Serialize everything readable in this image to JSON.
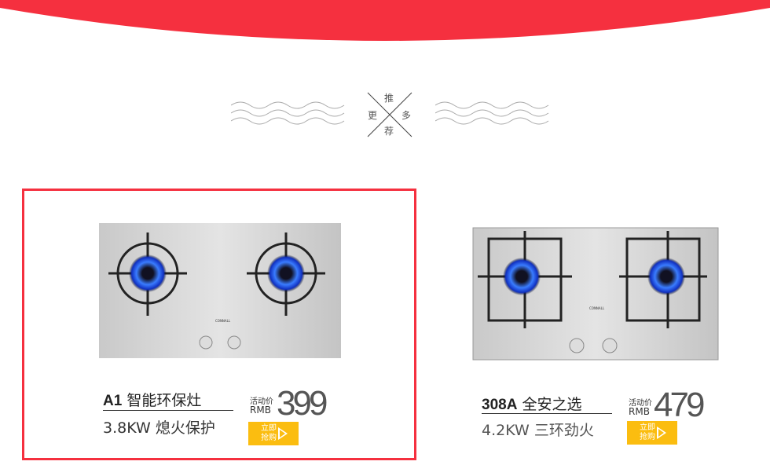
{
  "section_header": {
    "chars": {
      "top": "推",
      "left": "更",
      "right": "多",
      "bottom": "荐"
    }
  },
  "products": [
    {
      "model": "A1",
      "name": "智能环保灶",
      "feature": "3.8KW 熄火保护",
      "price_label": "活动价",
      "currency": "RMB",
      "price": "399",
      "buy_label_1": "立即",
      "buy_label_2": "抢购",
      "brand": "CONNALL",
      "selected": true
    },
    {
      "model": "308A",
      "name": "全安之选",
      "feature": "4.2KW 三环劲火",
      "price_label": "活动价",
      "currency": "RMB",
      "price": "479",
      "buy_label_1": "立即",
      "buy_label_2": "抢购",
      "brand": "CONNALL",
      "selected": false
    }
  ],
  "colors": {
    "accent": "#f5303f",
    "button": "#fbbd10"
  }
}
